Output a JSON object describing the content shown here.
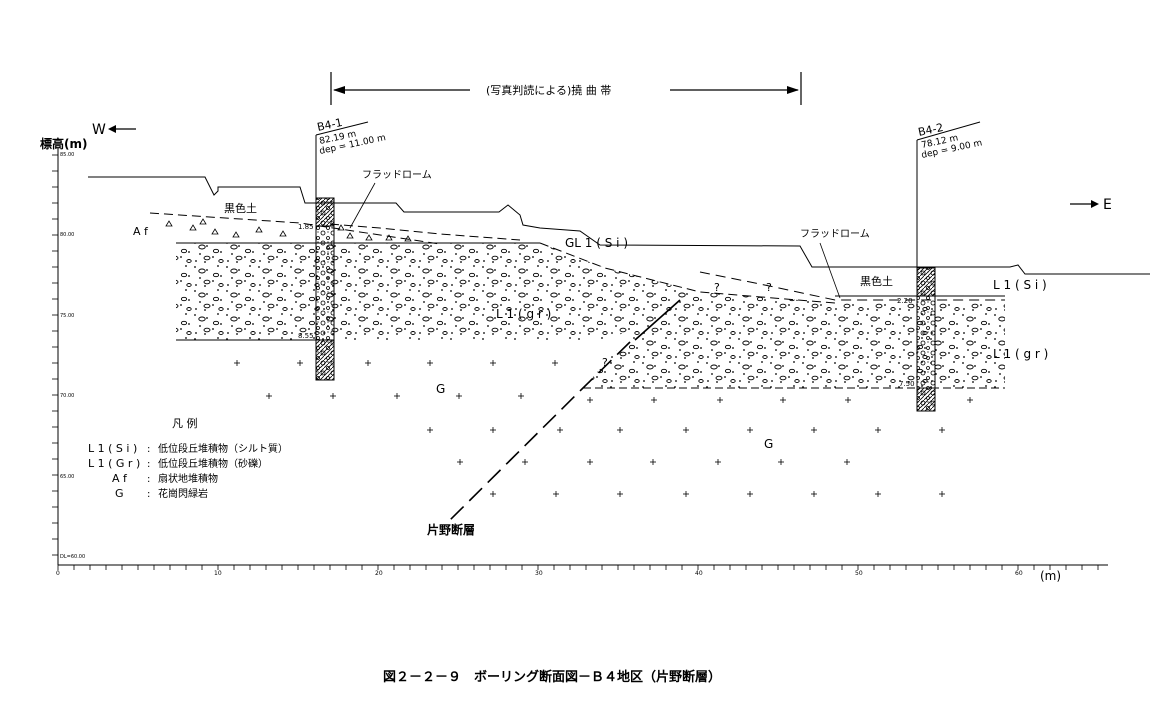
{
  "zone": {
    "label": "(写真判読による)撓 曲 帯"
  },
  "axis": {
    "y_label": "標高(m)",
    "y_ticks": [
      "85.00",
      "80.00",
      "75.00",
      "70.00",
      "65.00",
      "DL=60.00"
    ],
    "x_ticks": [
      "0",
      "10",
      "20",
      "30",
      "40",
      "50",
      "60"
    ],
    "x_unit": "(m)"
  },
  "directions": {
    "west": "W",
    "east": "E"
  },
  "boreholes": [
    {
      "name": "B4-1",
      "elev": "82.19 m",
      "dep": "dep = 11.00 m",
      "d1": "1.85",
      "d2": "8.55"
    },
    {
      "name": "B4-2",
      "elev": "78.12 m",
      "dep": "dep = 9.00 m",
      "d1": "2.20",
      "d2": "7.50"
    }
  ],
  "units": {
    "kokushoku1": "黒色土",
    "kokushoku2": "黒色土",
    "flood1": "フラッドローム",
    "flood2": "フラッドローム",
    "af": "A f",
    "gl1": "GL 1 ( S i )",
    "l1gr_w": "L 1 ( g r )",
    "l1gr_e": "L 1 ( g r )",
    "l1si_e": "L 1 ( S i )",
    "g_w": "G",
    "g_e": "G",
    "q1": "?",
    "q2": "?",
    "q3": "?",
    "fault": "片野断層"
  },
  "legend": {
    "title": "凡 例",
    "items": [
      {
        "code": "L 1 ( S i )",
        "desc": "低位段丘堆積物（シルト質）"
      },
      {
        "code": "L 1 ( G r )",
        "desc": "低位段丘堆積物（砂礫）"
      },
      {
        "code": "A f",
        "desc": "扇状地堆積物"
      },
      {
        "code": "G",
        "desc": "花崗閃緑岩"
      }
    ]
  },
  "caption": "図２－２－９　ボーリング断面図－Ｂ４地区（片野断層）"
}
